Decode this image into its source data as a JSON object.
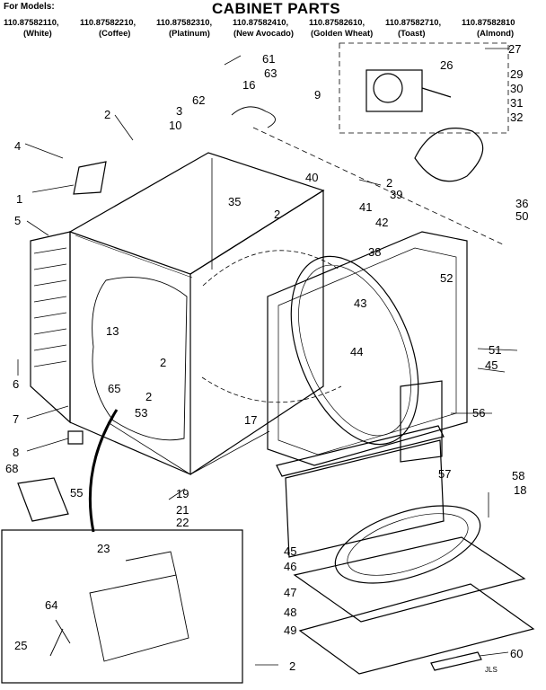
{
  "header": {
    "for_models_label": "For Models:",
    "title": "CABINET PARTS",
    "models": [
      {
        "number": "110.87582110,",
        "color": "(White)"
      },
      {
        "number": "110.87582210,",
        "color": "(Coffee)"
      },
      {
        "number": "110.87582310,",
        "color": "(Platinum)"
      },
      {
        "number": "110.87582410,",
        "color": "(New Avocado)"
      },
      {
        "number": "110.87582610,",
        "color": "(Golden Wheat)"
      },
      {
        "number": "110.87582710,",
        "color": "(Toast)"
      },
      {
        "number": "110.87582810",
        "color": "(Almond)"
      }
    ]
  },
  "callouts": [
    "1",
    "2",
    "3",
    "4",
    "5",
    "6",
    "7",
    "8",
    "9",
    "10",
    "13",
    "16",
    "17",
    "18",
    "19",
    "21",
    "22",
    "23",
    "25",
    "26",
    "27",
    "29",
    "30",
    "31",
    "32",
    "35",
    "36",
    "38",
    "39",
    "40",
    "41",
    "42",
    "43",
    "44",
    "45",
    "46",
    "47",
    "48",
    "49",
    "50",
    "51",
    "52",
    "53",
    "55",
    "56",
    "57",
    "58",
    "60",
    "61",
    "62",
    "63",
    "64",
    "65",
    "68"
  ],
  "corner_mark": "JLS"
}
